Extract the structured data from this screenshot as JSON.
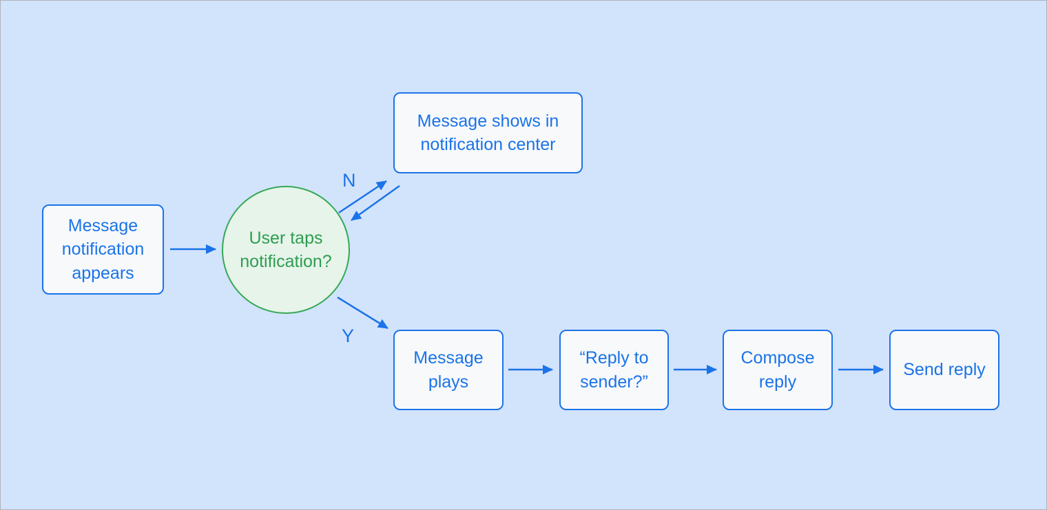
{
  "colors": {
    "background": "#d2e3fc",
    "canvas_border": "#aeb2b8",
    "node_fill": "#f8f9fb",
    "node_border": "#1a73e8",
    "node_text": "#1a73e8",
    "decision_fill": "#e6f4ea",
    "decision_border": "#34a853",
    "decision_text": "#2e9d50",
    "arrow": "#1a73e8"
  },
  "diagram": {
    "nodes": {
      "start": {
        "label": "Message notification appears"
      },
      "decision": {
        "label": "User taps notification?"
      },
      "notification_center": {
        "label": "Message shows in notification center"
      },
      "message_plays": {
        "label": "Message plays"
      },
      "reply_to_sender": {
        "label": "“Reply to sender?”"
      },
      "compose_reply": {
        "label": "Compose reply"
      },
      "send_reply": {
        "label": "Send reply"
      }
    },
    "edge_labels": {
      "no": "N",
      "yes": "Y"
    }
  }
}
